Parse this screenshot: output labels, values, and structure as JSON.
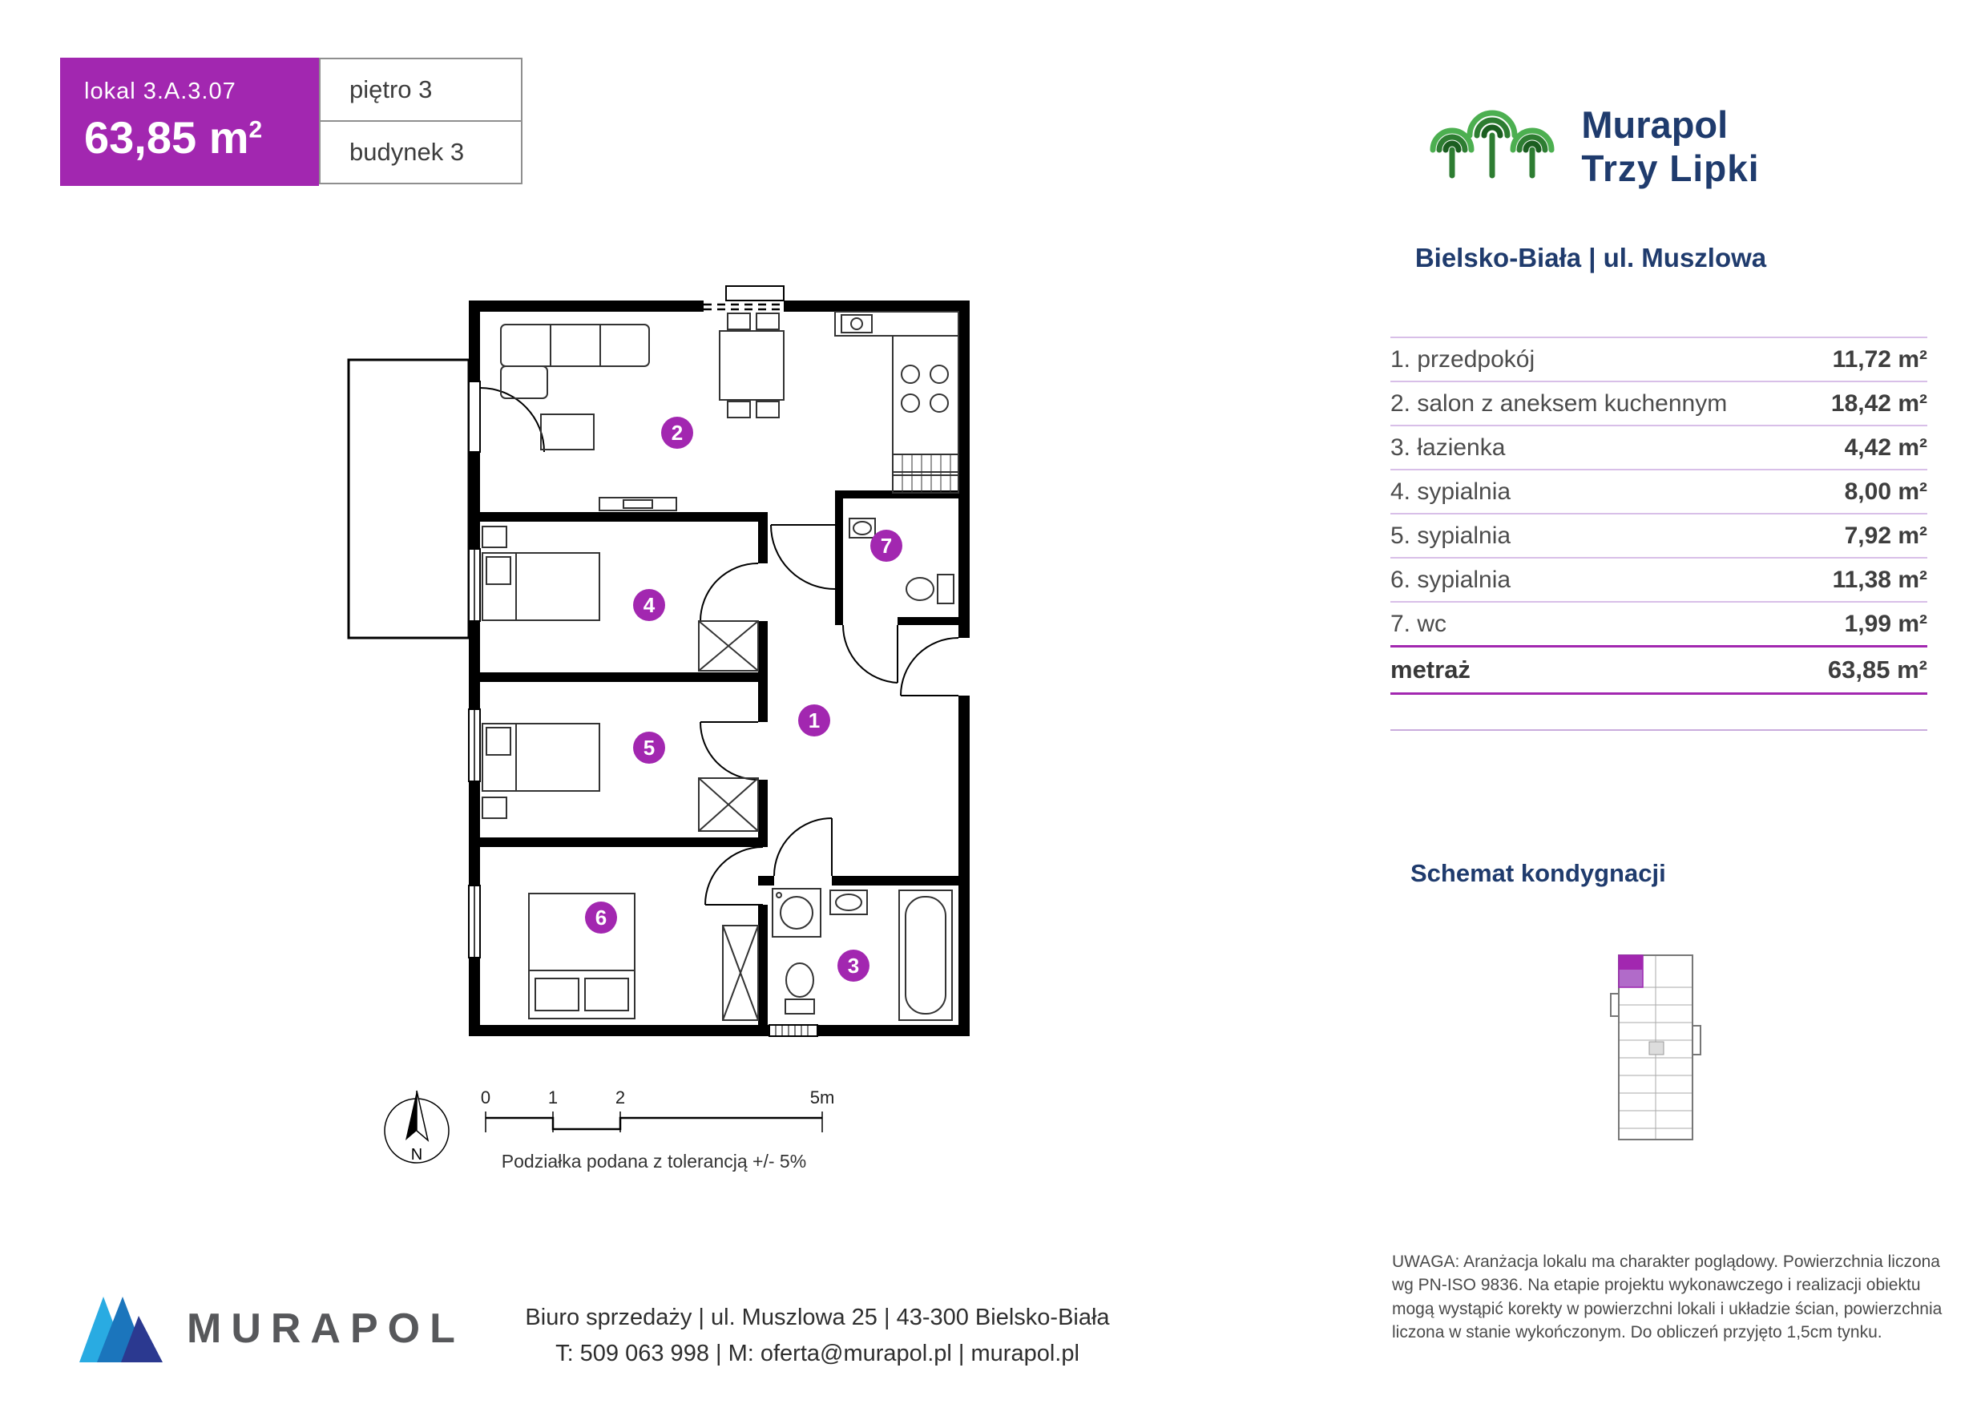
{
  "colors": {
    "accent": "#A227B0",
    "accent_light": "#D8BFE8",
    "navy": "#1F3B6D"
  },
  "header": {
    "lokal_label": "lokal 3.A.3.07",
    "area_value": "63,85",
    "area_unit": "m",
    "area_sup": "2",
    "floor": "piętro 3",
    "building": "budynek 3"
  },
  "brand": {
    "line1": "Murapol",
    "line2": "Trzy Lipki",
    "location": "Bielsko-Biała | ul. Muszlowa"
  },
  "rooms": [
    {
      "label": "1. przedpokój",
      "value": "11,72 m²"
    },
    {
      "label": "2. salon z aneksem kuchennym",
      "value": "18,42 m²"
    },
    {
      "label": "3. łazienka",
      "value": "4,42 m²"
    },
    {
      "label": "4. sypialnia",
      "value": "8,00 m²"
    },
    {
      "label": "5. sypialnia",
      "value": "7,92 m²"
    },
    {
      "label": "6. sypialnia",
      "value": "11,38 m²"
    },
    {
      "label": "7. wc",
      "value": "1,99 m²"
    }
  ],
  "total": {
    "label": "metraż",
    "value": "63,85 m²"
  },
  "plan": {
    "numbers": {
      "n1": "1",
      "n2": "2",
      "n3": "3",
      "n4": "4",
      "n5": "5",
      "n6": "6",
      "n7": "7"
    },
    "compass": "N",
    "scale": {
      "t0": "0",
      "t1": "1",
      "t2": "2",
      "t5": "5m"
    },
    "tolerance": "Podziałka podana z tolerancją +/- 5%"
  },
  "schemat": {
    "title": "Schemat kondygnacji"
  },
  "footer": {
    "logo": "MURAPOL",
    "sales_line1": "Biuro sprzedaży | ul. Muszlowa 25 | 43-300 Bielsko-Biała",
    "sales_line2": "T: 509 063 998 | M: oferta@murapol.pl | murapol.pl",
    "note": "UWAGA: Aranżacja lokalu ma charakter poglądowy. Powierzchnia liczona wg PN-ISO 9836. Na etapie projektu wykonawczego i realizacji obiektu mogą wystąpić korekty w powierzchni lokali i układzie ścian, powierzchnia liczona w stanie wykończonym. Do obliczeń przyjęto 1,5cm tynku."
  }
}
